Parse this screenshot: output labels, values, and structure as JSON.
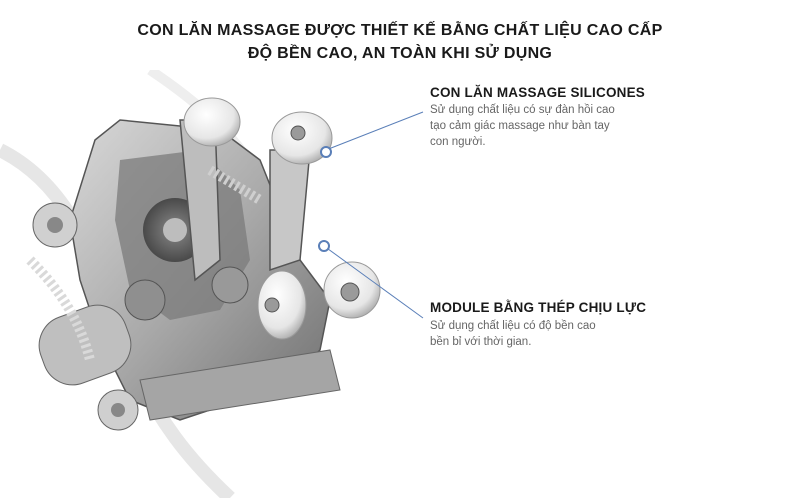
{
  "headline": {
    "line1": "CON LĂN MASSAGE ĐƯỢC THIẾT KẾ BẰNG CHẤT LIỆU CAO CẤP",
    "line2": "ĐỘ BỀN CAO, AN TOÀN KHI SỬ DỤNG"
  },
  "callouts": [
    {
      "title": "CON LĂN MASSAGE SILICONES",
      "lines": [
        "Sử dụng chất liệu có sự đàn hồi cao",
        "tạo cảm giác massage như bàn tay",
        "con người."
      ]
    },
    {
      "title": "MODULE BẰNG THÉP CHỊU LỰC",
      "lines": [
        "Sử dụng chất liệu có độ bền cao",
        "bền bỉ với thời gian."
      ]
    }
  ],
  "colors": {
    "accent": "#5a7fb8",
    "text": "#1a1a1a",
    "muted": "#666666"
  }
}
